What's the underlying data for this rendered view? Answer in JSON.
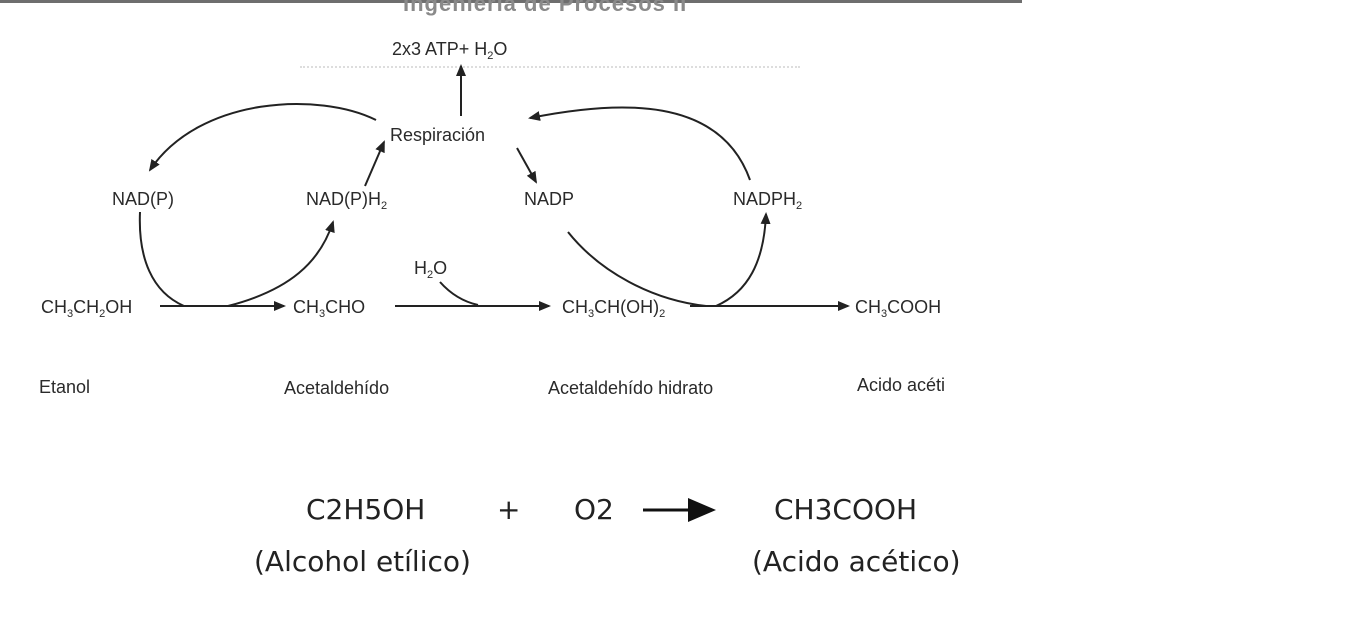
{
  "header": {
    "title": "Ingeniería de Procesos II"
  },
  "diagram": {
    "energy": {
      "prefix": "2x3 ATP+ H",
      "sub": "2",
      "suffix": "O"
    },
    "respiration": "Respiración",
    "cofactors": {
      "nadp_left": "NAD(P)",
      "nadph_left": {
        "base": "NAD(P)H",
        "sub": "2"
      },
      "nadp_right": "NADP",
      "nadph_right": {
        "base": "NADPH",
        "sub": "2"
      }
    },
    "water": {
      "base": "H",
      "sub": "2",
      "suffix": "O"
    },
    "compounds": {
      "ethanol": {
        "p1": "CH",
        "s1": "3",
        "p2": "CH",
        "s2": "2",
        "p3": "OH"
      },
      "acetaldehyde": {
        "p1": "CH",
        "s1": "3",
        "p2": "CHO"
      },
      "hydrate": {
        "p1": "CH",
        "s1": "3",
        "p2": "CH(OH)",
        "s2": "2"
      },
      "acetic": {
        "p1": "CH",
        "s1": "3",
        "p2": "COOH"
      }
    },
    "names": {
      "ethanol": "Etanol",
      "acetaldehyde": "Acetaldehído",
      "hydrate": "Acetaldehído hidrato",
      "acetic": "Acido acéti"
    }
  },
  "equation": {
    "reactant1": "C2H5OH",
    "plus": "+",
    "reactant2": "O2",
    "product": "CH3COOH",
    "reactant1_name": "(Alcohol etílico)",
    "product_name": "(Acido acético)"
  }
}
